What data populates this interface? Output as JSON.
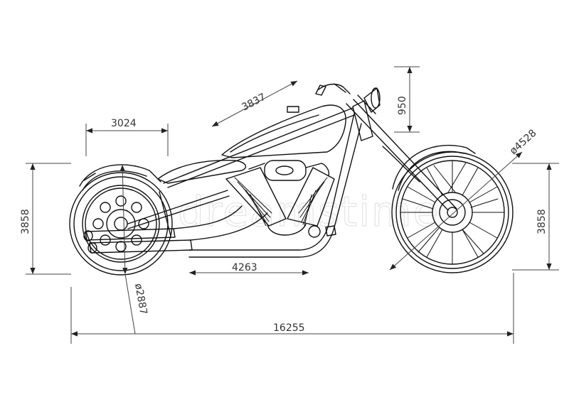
{
  "colors": {
    "line": "#111111",
    "dimension": "#444444",
    "watermark": "#e2e2e2",
    "background": "#ffffff"
  },
  "watermark": "dreamstime",
  "dimensions": {
    "top_left": "3024",
    "diagonal_top": "3837",
    "handlebar": "950",
    "front_wheel": "ø4528",
    "height_left": "3858",
    "height_right": "3858",
    "wheelbase": "4263",
    "rear_wheel": "ø2887",
    "overall_length": "16255"
  }
}
